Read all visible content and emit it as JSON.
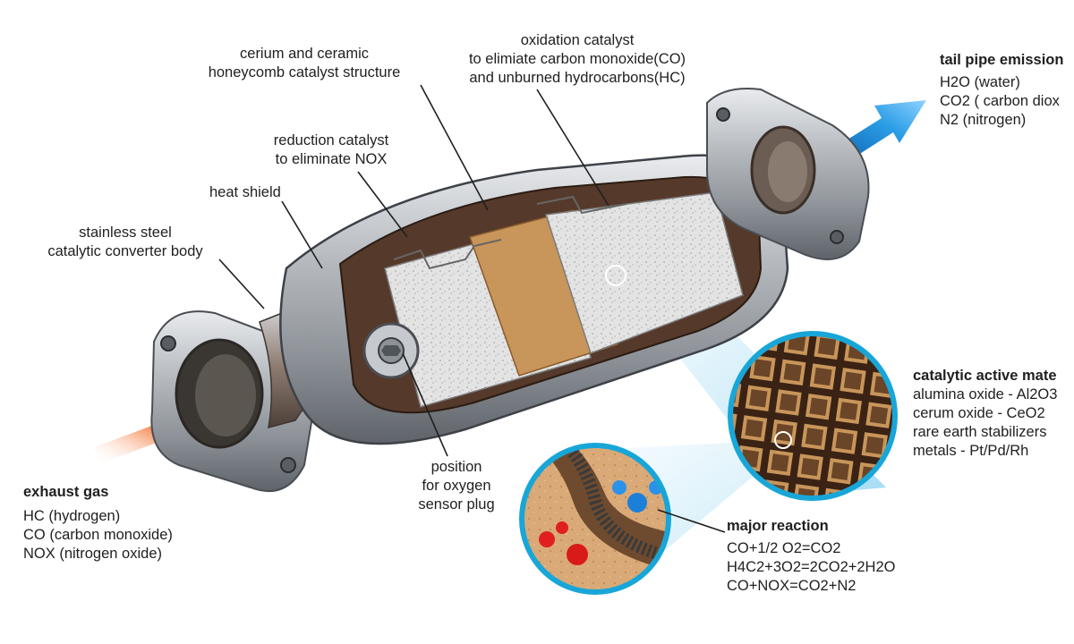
{
  "labels": {
    "cerium": [
      "cerium and ceramic",
      "honeycomb catalyst structure"
    ],
    "oxidation": [
      "oxidation catalyst",
      "to elimiate carbon monoxide(CO)",
      "and unburned hydrocarbons(HC)"
    ],
    "reduction": [
      "reduction catalyst",
      "to eliminate NOX"
    ],
    "heat_shield": [
      "heat shield"
    ],
    "body": [
      "stainless steel",
      "catalytic converter body"
    ],
    "oxygen_sensor": [
      "position",
      "for oxygen",
      "sensor plug"
    ]
  },
  "exhaust": {
    "title": "exhaust gas",
    "items": [
      "HC (hydrogen)",
      "CO (carbon monoxide)",
      "NOX (nitrogen oxide)"
    ]
  },
  "tailpipe": {
    "title": "tail pipe emission",
    "items": [
      "H2O (water)",
      "CO2 ( carbon diox",
      "N2 (nitrogen)"
    ]
  },
  "active": {
    "title": "catalytic active mate",
    "items": [
      "alumina oxide - Al2O3",
      "cerum oxide - CeO2",
      "rare earth stabilizers",
      "metals - Pt/Pd/Rh"
    ]
  },
  "reaction": {
    "title": "major reaction",
    "items": [
      "CO+1/2 O2=CO2",
      "H4C2+3O2=2CO2+2H2O",
      "CO+NOX=CO2+N2"
    ]
  },
  "colors": {
    "inlet_arrow": "#e8321e",
    "outlet_arrow": "#1a7fd0",
    "honeycomb": "#c8955a",
    "steel": "#a9adb2",
    "zoom_ring": "#18a6d8"
  }
}
